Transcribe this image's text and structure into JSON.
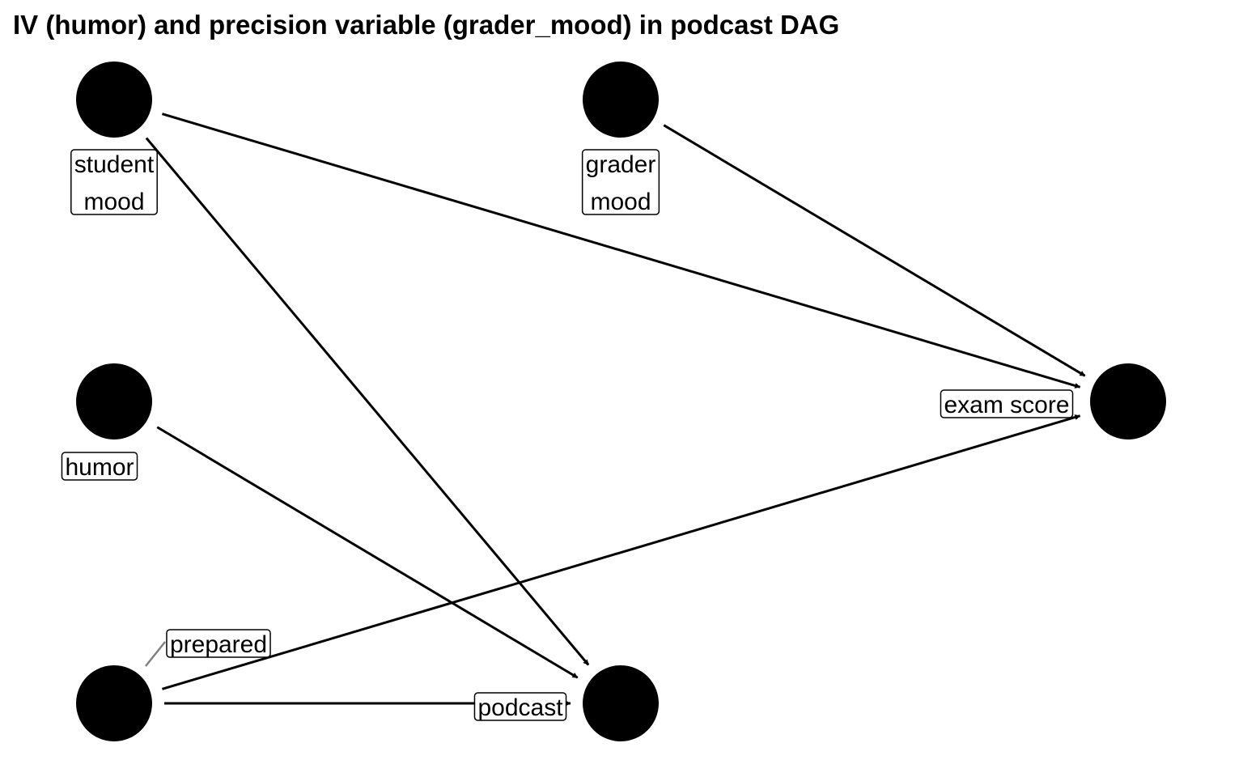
{
  "title": "IV (humor) and precision variable (grader_mood) in podcast DAG",
  "nodes": [
    {
      "id": "student_mood",
      "label_lines": [
        "student",
        "mood"
      ],
      "col": 0,
      "row": 0
    },
    {
      "id": "grader_mood",
      "label_lines": [
        "grader",
        "mood"
      ],
      "col": 1,
      "row": 0
    },
    {
      "id": "humor",
      "label_lines": [
        "humor"
      ],
      "col": 0,
      "row": 1
    },
    {
      "id": "exam_score",
      "label_lines": [
        "exam score"
      ],
      "col": 2,
      "row": 1
    },
    {
      "id": "prepared",
      "label_lines": [
        "prepared"
      ],
      "col": 0,
      "row": 2
    },
    {
      "id": "podcast",
      "label_lines": [
        "podcast"
      ],
      "col": 1,
      "row": 2
    }
  ],
  "edges": [
    {
      "from": "student_mood",
      "to": "exam_score"
    },
    {
      "from": "student_mood",
      "to": "podcast"
    },
    {
      "from": "grader_mood",
      "to": "exam_score"
    },
    {
      "from": "humor",
      "to": "podcast"
    },
    {
      "from": "prepared",
      "to": "exam_score"
    },
    {
      "from": "prepared",
      "to": "podcast"
    }
  ],
  "colors": {
    "node": "#000000",
    "edge": "#000000",
    "label_border": "#000000",
    "leader": "#808080"
  }
}
